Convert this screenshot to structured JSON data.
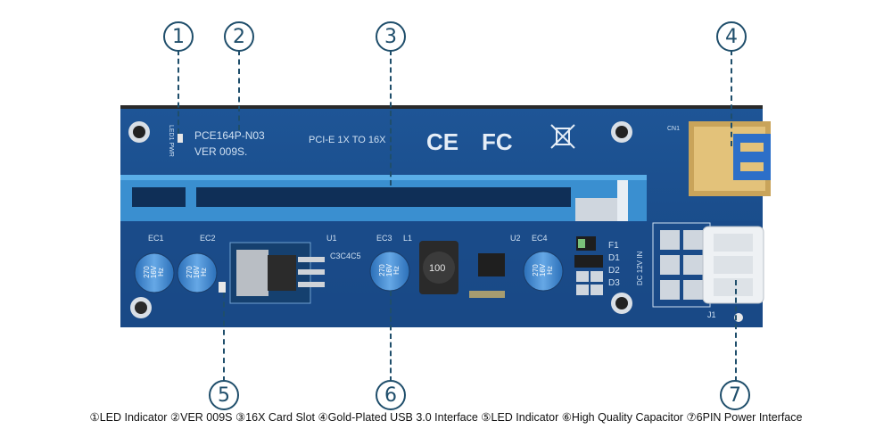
{
  "callouts": [
    "1",
    "2",
    "3",
    "4",
    "5",
    "6",
    "7"
  ],
  "board": {
    "model": "PCE164P-N03",
    "version": "VER  009S.",
    "slot_text": "PCI-E  1X  TO  16X",
    "ce": "CE",
    "fc": "FC",
    "led_label": "LED1 PWR",
    "cn1": "CN1",
    "ec1": "EC1",
    "ec2": "EC2",
    "ec3": "EC3",
    "ec4": "EC4",
    "u1": "U1",
    "u2": "U2",
    "l1": "L1",
    "c3c4c5": "C3C4C5",
    "inductor": "100",
    "d1": "D1",
    "d2": "D2",
    "d3": "D3",
    "f1": "F1",
    "dc12v": "DC 12V IN",
    "j1": "J1",
    "cap_text": [
      "270",
      "16V",
      "Hz"
    ]
  },
  "caption": "①LED Indicator ②VER 009S ③16X Card Slot ④Gold-Plated USB 3.0 Interface ⑤LED Indicator ⑥High Quality Capacitor ⑦6PIN Power Interface",
  "colors": {
    "pcb": "#1c4f8c",
    "slot": "#3a8fd0",
    "callout": "#1f4e6b"
  }
}
